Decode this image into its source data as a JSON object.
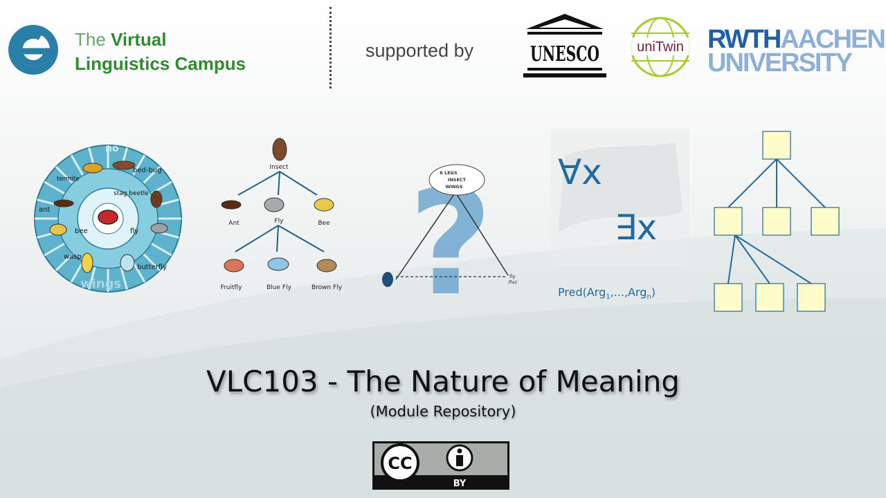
{
  "header": {
    "brand_the": "The",
    "brand_virtual": "Virtual",
    "brand_line2": "Linguistics Campus",
    "supported_by": "supported by",
    "unesco_text": "UNESCO",
    "unitwin_text": "uniTwin",
    "rwth_part1": "RWTH",
    "rwth_part2": "AACHEN",
    "rwth_line2": "UNIVERSITY"
  },
  "wheel": {
    "labels": [
      "no",
      "bed-bug",
      "termite",
      "stag beetle",
      "ant",
      "bee",
      "fly",
      "wasp",
      "butterfly",
      "wings"
    ]
  },
  "tree": {
    "root": "Insect",
    "level1": [
      "Ant",
      "Fly",
      "Bee"
    ],
    "level2": [
      "Fruitfly",
      "Blue Fly",
      "Brown Fly"
    ]
  },
  "triangle": {
    "cloud_lines": [
      "6 LEGS",
      "INSECT",
      "WINGS"
    ],
    "right_label": "fly",
    "right_sub": "/flai/"
  },
  "logic": {
    "forall": "∀x",
    "exists": "∃x",
    "pred": "Pred(Arg",
    "sub1": "1",
    "mid": ",...,Arg",
    "subn": "n",
    "close": ")"
  },
  "title": "VLC103 - The Nature of Meaning",
  "subtitle": "(Module Repository)",
  "license": {
    "cc": "CC",
    "by": "BY"
  },
  "colors": {
    "brand_green": "#2e8b2e",
    "node_fill": "#fffccc",
    "node_stroke": "#1f6aa0",
    "wheel_blue": "#5fb2cc"
  }
}
